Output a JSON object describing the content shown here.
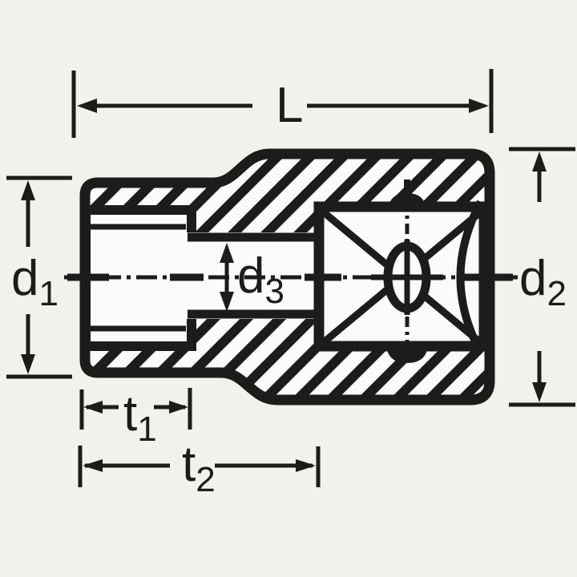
{
  "page": {
    "colors": {
      "background": "#f1f1ee",
      "ink": "#1c1c1a",
      "paper": "#fbfbf9"
    }
  },
  "diagram": {
    "labels": {
      "length": {
        "base": "L",
        "sub": ""
      },
      "d1": {
        "base": "d",
        "sub": "1"
      },
      "d2": {
        "base": "d",
        "sub": "2"
      },
      "d3": {
        "base": "d",
        "sub": "3"
      },
      "t1": {
        "base": "t",
        "sub": "1"
      },
      "t2": {
        "base": "t",
        "sub": "2"
      }
    }
  }
}
